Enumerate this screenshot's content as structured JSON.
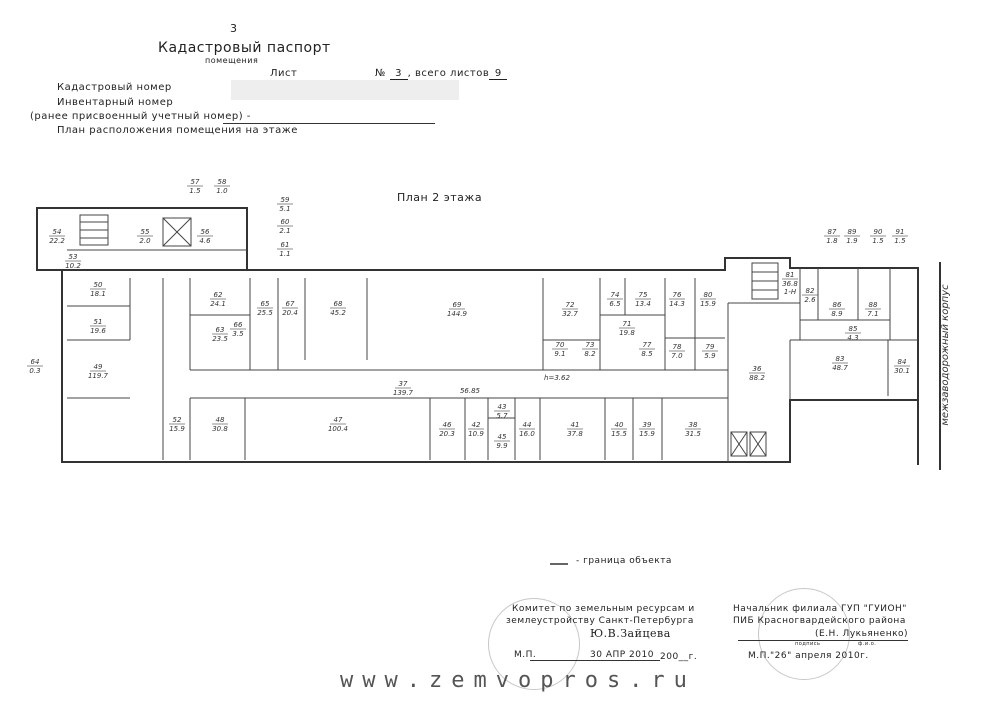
{
  "header": {
    "page_number": "3",
    "title": "Кадастровый паспорт",
    "subtitle": "помещения",
    "sheet_label": "Лист",
    "sheet_no_label": "№",
    "sheet_no": "3",
    "total_label": ", всего листов",
    "total": "9",
    "cadastral_label": "Кадастровый номер",
    "inventory_label": "Инвентарный номер",
    "previous_label": "(ранее присвоенный учетный номер) -",
    "plan_label": "План расположения помещения на этаже"
  },
  "plan": {
    "title": "План 2 этажа",
    "side_note": "межзаводорожный корпус",
    "corridor_height": "h=3.62",
    "corridor_length": "56.85",
    "rooms": [
      {
        "no": "54",
        "area": "22.2"
      },
      {
        "no": "55",
        "area": "2.0"
      },
      {
        "no": "56",
        "area": "4.6"
      },
      {
        "no": "53",
        "area": "10.2"
      },
      {
        "no": "50",
        "area": "18.1"
      },
      {
        "no": "51",
        "area": "19.6"
      },
      {
        "no": "49",
        "area": "119.7"
      },
      {
        "no": "62",
        "area": "24.1"
      },
      {
        "no": "63",
        "area": "23.5"
      },
      {
        "no": "66",
        "area": "3.5"
      },
      {
        "no": "65",
        "area": "25.5"
      },
      {
        "no": "67",
        "area": "20.4"
      },
      {
        "no": "68",
        "area": "45.2"
      },
      {
        "no": "52",
        "area": "15.9"
      },
      {
        "no": "48",
        "area": "30.8"
      },
      {
        "no": "47",
        "area": "100.4"
      },
      {
        "no": "64",
        "area": "0.3"
      },
      {
        "no": "57",
        "area": "1.5"
      },
      {
        "no": "58",
        "area": "1.0"
      },
      {
        "no": "59",
        "area": "5.1"
      },
      {
        "no": "60",
        "area": "2.1"
      },
      {
        "no": "61",
        "area": "1.1"
      },
      {
        "no": "69",
        "area": "144.9"
      },
      {
        "no": "72",
        "area": "32.7"
      },
      {
        "no": "74",
        "area": "6.5"
      },
      {
        "no": "75",
        "area": "13.4"
      },
      {
        "no": "76",
        "area": "14.3"
      },
      {
        "no": "80",
        "area": "15.9"
      },
      {
        "no": "71",
        "area": "19.8"
      },
      {
        "no": "70",
        "area": "9.1"
      },
      {
        "no": "73",
        "area": "8.2"
      },
      {
        "no": "77",
        "area": "8.5"
      },
      {
        "no": "78",
        "area": "7.0"
      },
      {
        "no": "79",
        "area": "5.9"
      },
      {
        "no": "37",
        "area": "139.7"
      },
      {
        "no": "46",
        "area": "20.3"
      },
      {
        "no": "42",
        "area": "10.9"
      },
      {
        "no": "43",
        "area": "5.7"
      },
      {
        "no": "45",
        "area": "9.9"
      },
      {
        "no": "44",
        "area": "16.0"
      },
      {
        "no": "41",
        "area": "37.8"
      },
      {
        "no": "40",
        "area": "15.5"
      },
      {
        "no": "39",
        "area": "15.9"
      },
      {
        "no": "38",
        "area": "31.5"
      },
      {
        "no": "81",
        "area": "36.8"
      },
      {
        "no": "82",
        "area": "2.6"
      },
      {
        "no": "86",
        "area": "8.9"
      },
      {
        "no": "88",
        "area": "7.1"
      },
      {
        "no": "85",
        "area": "4.3"
      },
      {
        "no": "83",
        "area": "48.7"
      },
      {
        "no": "84",
        "area": "30.1"
      },
      {
        "no": "36",
        "area": "88.2"
      },
      {
        "no": "87",
        "area": "1.8"
      },
      {
        "no": "89",
        "area": "1.9"
      },
      {
        "no": "90",
        "area": "1.5"
      },
      {
        "no": "91",
        "area": "1.5"
      }
    ],
    "room81_note": "1-Н"
  },
  "legend": {
    "line_label": "- граница объекта"
  },
  "footer": {
    "left_line1": "Комитет по земельным ресурсам и",
    "left_line2": "землеустройству Санкт-Петербурга",
    "left_name": "Ю.В.Зайцева",
    "left_mp": "М.П.",
    "left_stamp_date": "30 АПР 2010",
    "left_year": "200__г.",
    "right_line1": "Начальник филиала ГУП \"ГУИОН\"",
    "right_line2": "ПИБ Красногвардейского района",
    "right_name": "(Е.Н. Лукьяненко)",
    "right_sign_label": "подпись",
    "right_fio_label": "ф.и.о.",
    "right_mp": "М.П.",
    "right_date": "\"26\" апреля 2010г."
  },
  "watermark": "www.zemvopros.ru"
}
